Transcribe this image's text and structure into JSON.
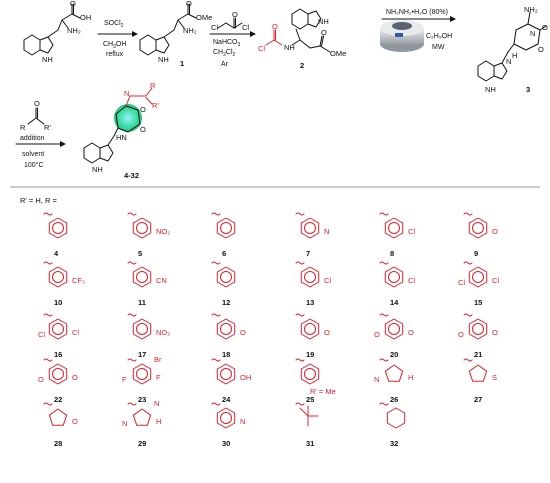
{
  "scheme": {
    "labels": {
      "c1": "1",
      "c2": "2",
      "c3": "3",
      "c4_32": "4-32"
    },
    "step1": {
      "reagent": "SOCl",
      "reagent_sub": "2",
      "solvent": "CH",
      "solvent_sub": "3",
      "solvent_rest": "OH",
      "condition": "reflux"
    },
    "step2": {
      "reagent": "NaHCO",
      "reagent_sub": "3",
      "solvent": "CH",
      "solvent_sub": "2",
      "solvent_mid": "Cl",
      "solvent_sub2": "2",
      "atmosphere": "Ar"
    },
    "step3": {
      "reagent": "NH₂NH₂•H₂O (80%)",
      "solvent": "C₂H₅OH",
      "condition": "MW"
    },
    "step4": {
      "line1": "addition",
      "line2": "solvent",
      "line3": "100°C"
    },
    "atoms": {
      "O": "O",
      "OH": "OH",
      "OMe": "OMe",
      "NH2": "NH₂",
      "NH": "NH",
      "N": "N",
      "HN": "HN",
      "H": "H",
      "Cl": "Cl",
      "R": "R",
      "Rp": "R'",
      "Rp_alt": "R",
      "NH2b": "NH₂"
    }
  },
  "legend": {
    "text": "R' = H, R ="
  },
  "substituents": [
    {
      "label": "4",
      "group": ""
    },
    {
      "label": "5",
      "group": "NO₂"
    },
    {
      "label": "6",
      "group": ""
    },
    {
      "label": "7",
      "group": "N"
    },
    {
      "label": "8",
      "group": "Cl"
    },
    {
      "label": "9",
      "group": "O"
    },
    {
      "label": "10",
      "group": "CF₃"
    },
    {
      "label": "11",
      "group": "CN"
    },
    {
      "label": "12",
      "group": ""
    },
    {
      "label": "13",
      "group": "Cl"
    },
    {
      "label": "14",
      "group": "Cl"
    },
    {
      "label": "15",
      "group": "Cl",
      "group2": "Cl"
    },
    {
      "label": "16",
      "group": "Cl",
      "group2": "Cl"
    },
    {
      "label": "17",
      "group": "NO₂"
    },
    {
      "label": "18",
      "group": "O"
    },
    {
      "label": "19",
      "group": "O"
    },
    {
      "label": "20",
      "group": "O",
      "group2": "O"
    },
    {
      "label": "21",
      "group": "O",
      "group2": "O"
    },
    {
      "label": "22",
      "group": "O",
      "group2": "O"
    },
    {
      "label": "23",
      "group": "F",
      "group2": "F",
      "group3": "Br"
    },
    {
      "label": "24",
      "group": "OH"
    },
    {
      "label": "25",
      "group": "",
      "note": "R' = Me"
    },
    {
      "label": "26",
      "group": "H",
      "group2": "N"
    },
    {
      "label": "27",
      "group": "S"
    },
    {
      "label": "28",
      "group": "O"
    },
    {
      "label": "29",
      "group": "H",
      "group2": "N",
      "group3": "N"
    },
    {
      "label": "30",
      "group": "N"
    },
    {
      "label": "31",
      "group": ""
    },
    {
      "label": "32",
      "group": ""
    }
  ],
  "colors": {
    "highlight_ring": "#36e0a0",
    "red": "#e0202a",
    "black": "#111111"
  }
}
